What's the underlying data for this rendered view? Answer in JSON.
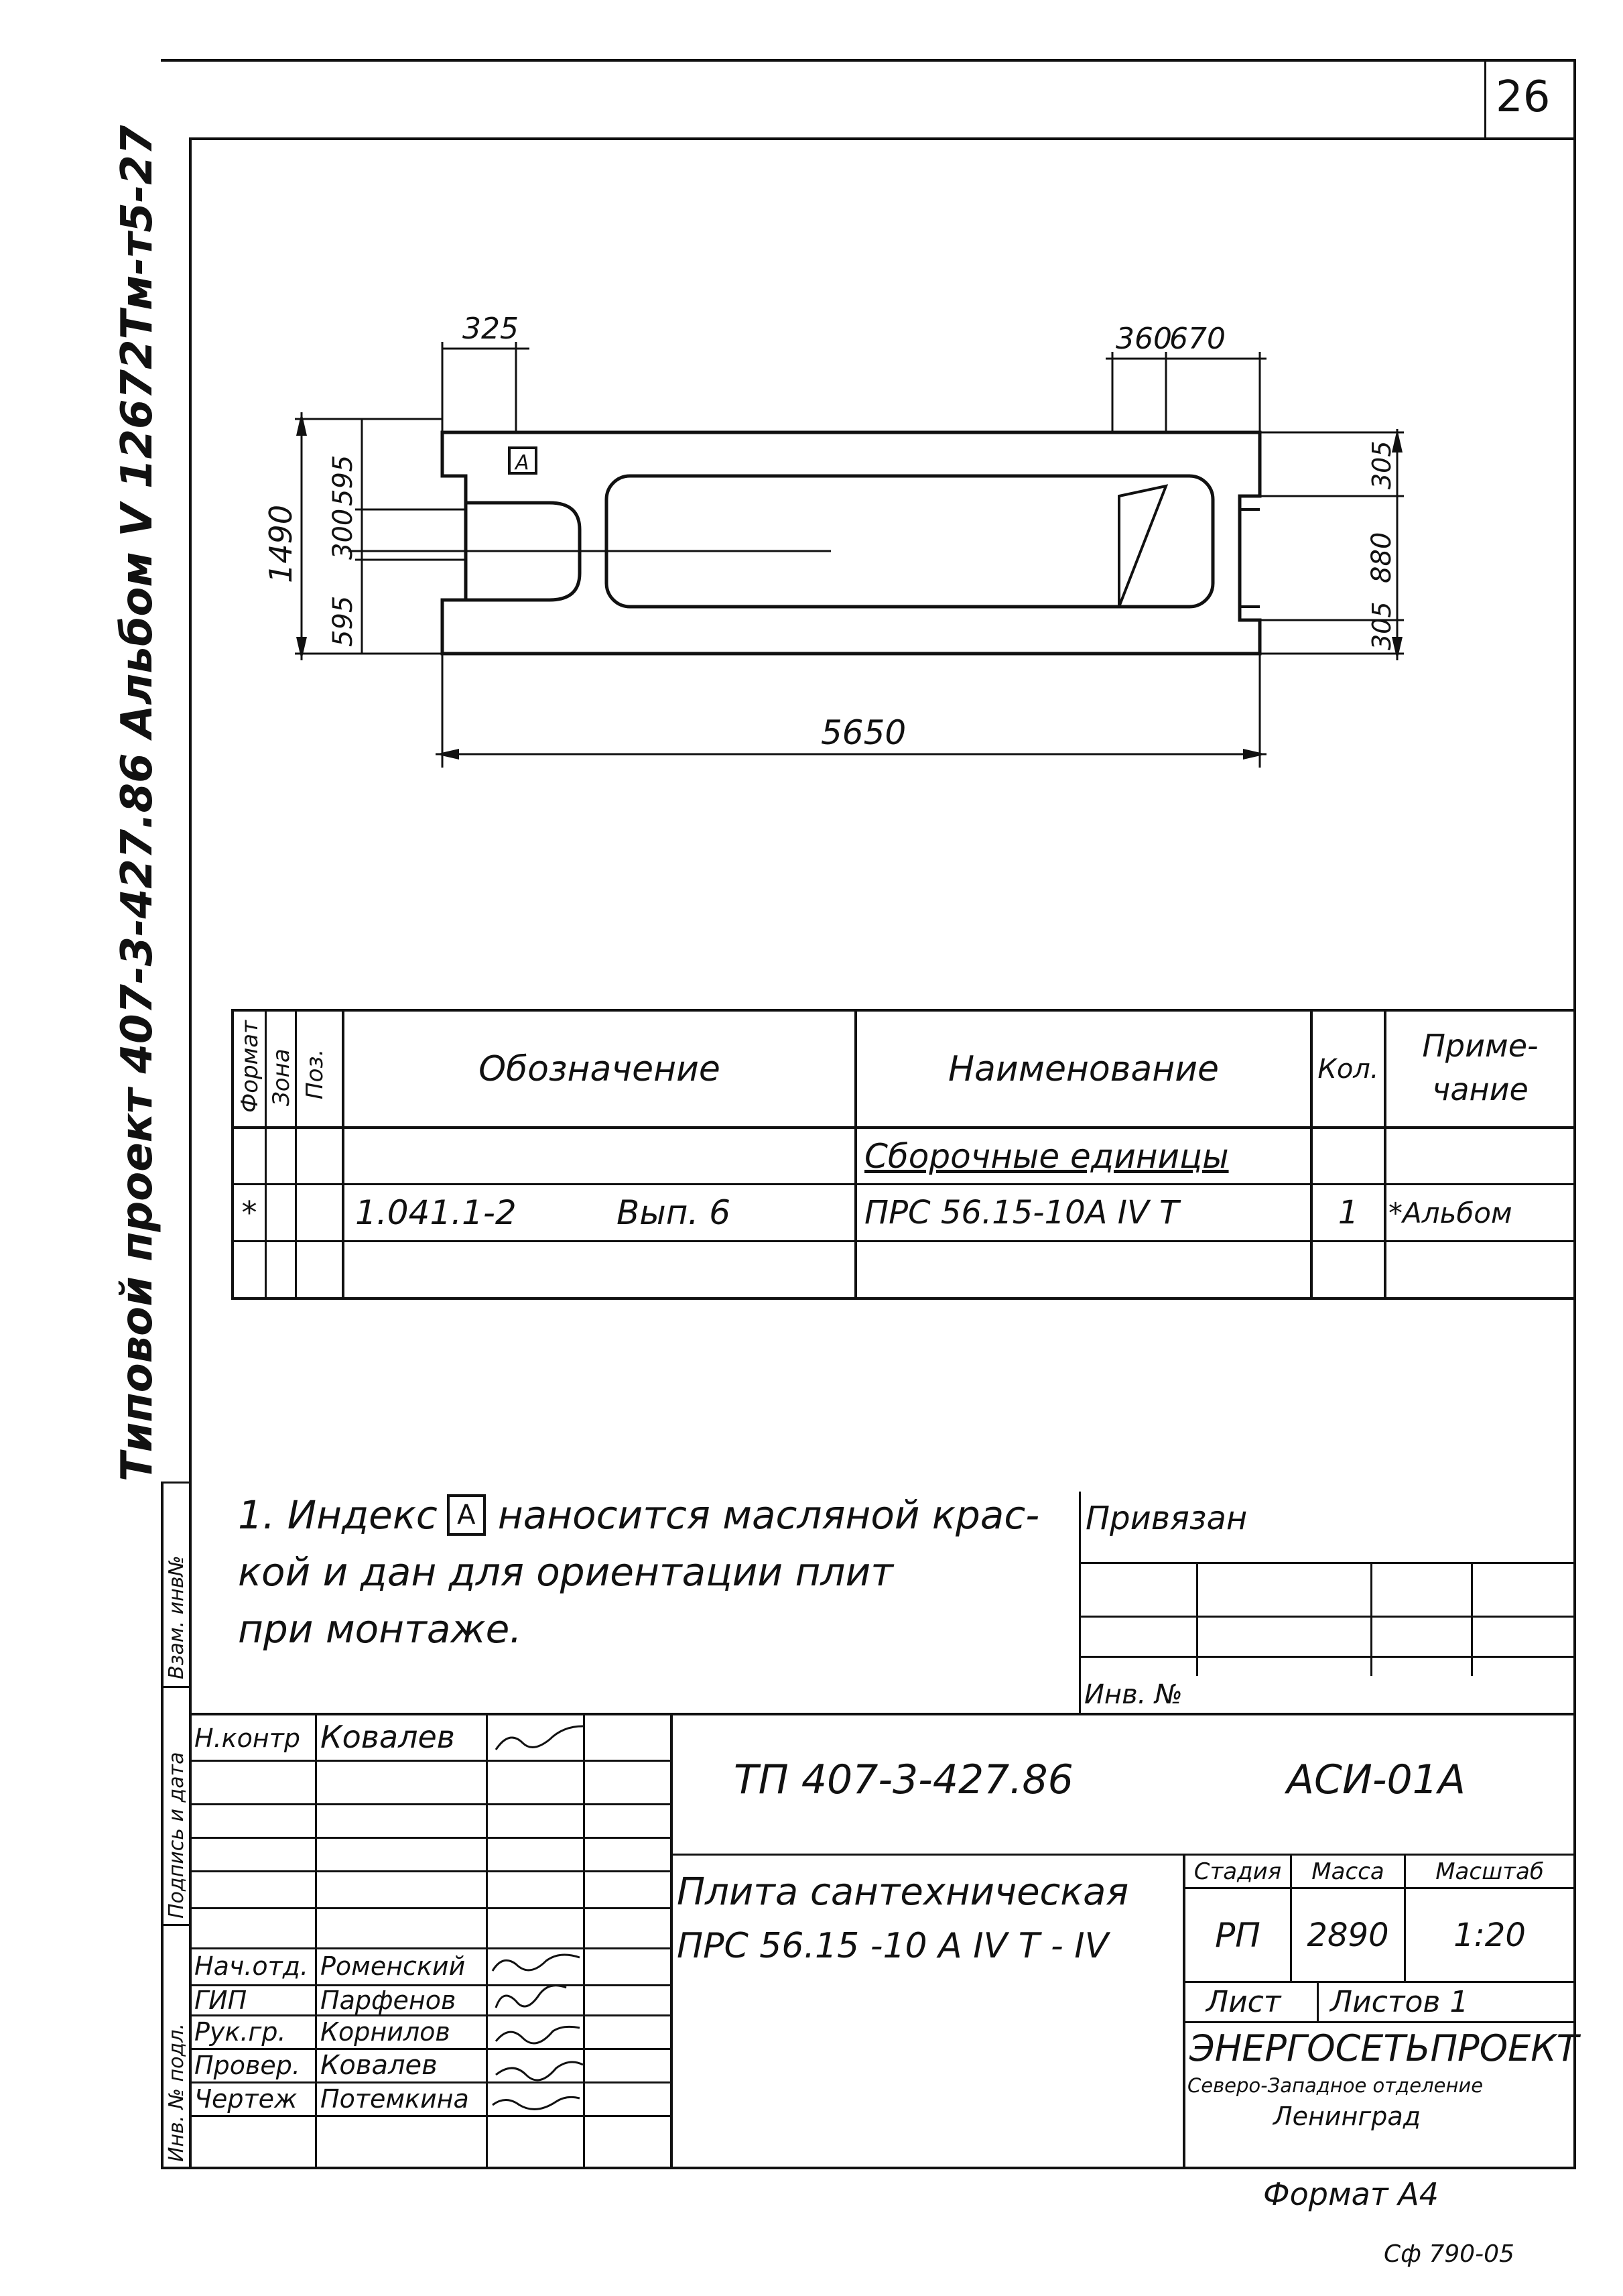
{
  "sheet_number": "26",
  "side_stamp": {
    "title": "Типовой проект  407-3-427.86  Альбом V  12672Тм-т5-27"
  },
  "margin_labels": {
    "vzam_inv": "Взам. инв№",
    "podpis_data": "Подпись и дата",
    "inv_podl": "Инв. № подл."
  },
  "drawing": {
    "marker": "А",
    "dimensions": {
      "top_left": "325",
      "top_mid": "360",
      "top_right": "670",
      "left_total": "1490",
      "left_top": "595",
      "left_mid": "300",
      "left_bottom": "595",
      "right_top": "305",
      "right_mid": "880",
      "right_bottom": "305",
      "bottom_length": "5650"
    }
  },
  "spec_table": {
    "headers": {
      "format": "Формат",
      "zone": "Зона",
      "pos": "Поз.",
      "designation": "Обозначение",
      "name": "Наименование",
      "qty": "Кол.",
      "note_line1": "Приме-",
      "note_line2": "чание"
    },
    "section": "Сборочные единицы",
    "rows": [
      {
        "format": "*",
        "designation": "1.041.1-2",
        "issue": "Вып. 6",
        "name": "ПРС 56.15-10А IV Т",
        "qty": "1",
        "note": "*Альбом"
      }
    ]
  },
  "notes": {
    "line1": "1. Индекс",
    "marker": "А",
    "line1_rest": "наносится масляной крас-",
    "line2": "кой и дан для ориентации плит",
    "line3": "при монтаже."
  },
  "privyazan": {
    "label": "Привязан",
    "inv_label": "Инв. №"
  },
  "title_block": {
    "doc_code": "ТП 407-3-427.86",
    "sheet_code": "АСИ-01А",
    "title_line1": "Плита сантехническая",
    "title_line2": "ПРС 56.15 -10 А IV Т - IV",
    "stage_label": "Стадия",
    "mass_label": "Масса",
    "scale_label": "Масштаб",
    "stage": "РП",
    "mass": "2890",
    "scale": "1:20",
    "sheet_label": "Лист",
    "sheets_label": "Листов 1",
    "org_name": "ЭНЕРГОСЕТЬПРОЕКТ",
    "org_branch": "Северо-Западное отделение",
    "org_city": "Ленинград",
    "signatures": [
      {
        "role": "Н.контр",
        "name": "Ковалев"
      },
      {
        "role": "Нач.отд.",
        "name": "Роменский"
      },
      {
        "role": "ГИП",
        "name": "Парфенов"
      },
      {
        "role": "Рук.гр.",
        "name": "Корнилов"
      },
      {
        "role": "Провер.",
        "name": "Ковалев"
      },
      {
        "role": "Чертеж",
        "name": "Потемкина"
      }
    ]
  },
  "format_label": "Формат А4",
  "footer_code": "Сф 790-05"
}
